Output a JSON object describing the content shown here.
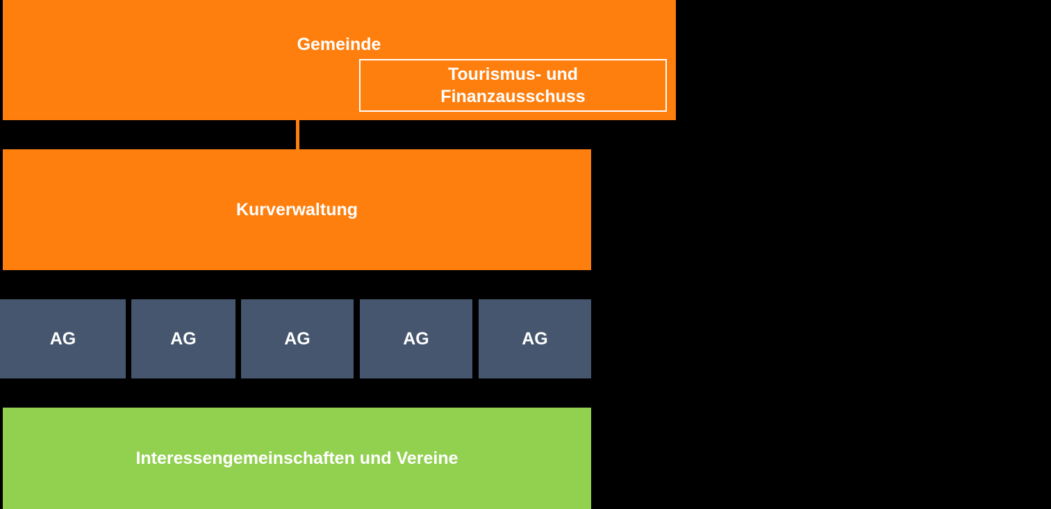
{
  "gemeinde": {
    "label": "Gemeinde",
    "committee_label": "Tourismus- und\nFinanzausschuss"
  },
  "kurverwaltung": {
    "label": "Kurverwaltung"
  },
  "working_groups": [
    {
      "label": "AG"
    },
    {
      "label": "AG"
    },
    {
      "label": "AG"
    },
    {
      "label": "AG"
    },
    {
      "label": "AG"
    }
  ],
  "vereine": {
    "label": "Interessengemeinschaften und Vereine"
  },
  "colors": {
    "orange": "#FF7F0E",
    "slate": "#45566E",
    "green": "#92D050",
    "background": "#000000",
    "text": "#FFFFFF"
  }
}
